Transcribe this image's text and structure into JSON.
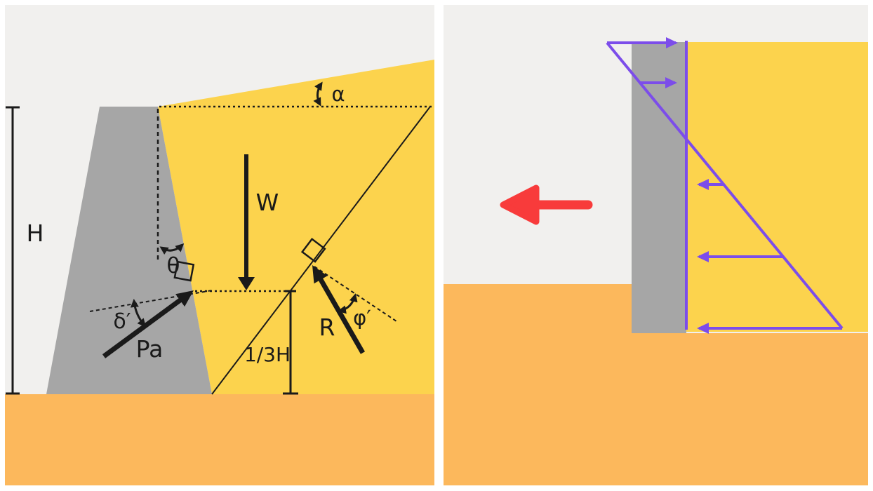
{
  "colors": {
    "page_background": "#ffffff",
    "panel_background": "#f1f0ee",
    "soil_yellow": "#fcd34d",
    "ground_orange": "#fcb85c",
    "wall_gray": "#a6a6a6",
    "line_black": "#1a1a1a",
    "pressure_purple": "#7c4dea",
    "movement_arrow_red": "#f83b3b"
  },
  "left_panel": {
    "labels": {
      "wall_height": "H",
      "backfill_slope_angle": "α",
      "wall_batter_angle": "θ",
      "wedge_weight": "W",
      "wall_friction_angle": "δ′",
      "active_thrust": "Pa",
      "reaction_force": "R",
      "soil_friction_angle": "φ′",
      "thrust_application_height": "1/3H"
    }
  },
  "right_panel": {
    "icons": {
      "wall_movement": "left-arrow-icon",
      "pressure_distribution": "triangular-pressure-diagram"
    }
  }
}
